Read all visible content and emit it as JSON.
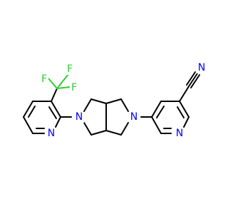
{
  "atoms": {
    "fluorine_top": "F",
    "fluorine_left": "F",
    "fluorine_right": "F",
    "nitrogen_pyridine_left": "N",
    "nitrogen_bicycle_left": "N",
    "nitrogen_bicycle_right": "N",
    "nitrogen_pyridine_right": "N",
    "nitrogen_nitrile": "N"
  },
  "colors": {
    "bond": "#000000",
    "nitrogen": "#0000ff",
    "fluorine": "#33cc33",
    "background": "#ffffff"
  }
}
